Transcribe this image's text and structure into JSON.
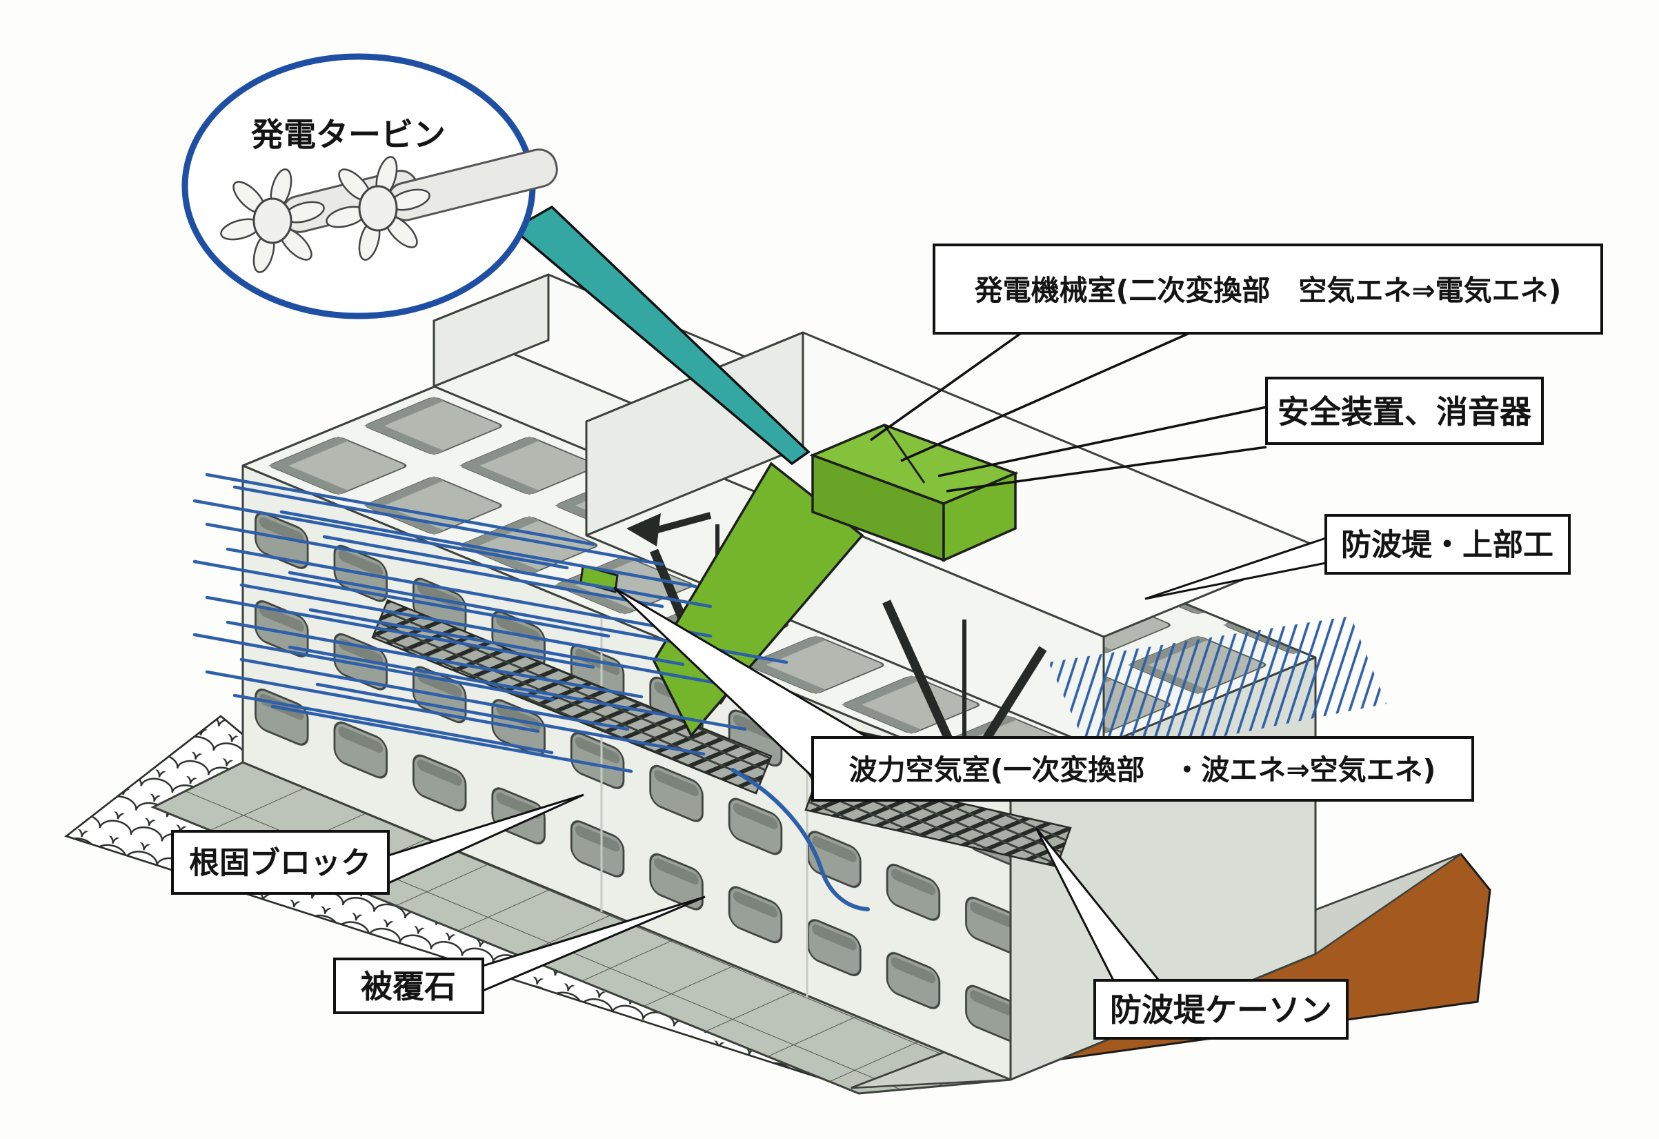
{
  "figure": {
    "type": "technical-diagram",
    "subject": "wave-power generation breakwater caisson cutaway",
    "labels": {
      "turbine": "発電タービン",
      "machine_room": "発電機械室(二次変換部　空気エネ⇒電気エネ)",
      "safety": "安全装置、消音器",
      "crown": "防波堤・上部工",
      "air_chamber": "波力空気室(一次変換部　・波エネ⇒空気エネ)",
      "foot_block": "根固ブロック",
      "armor_stone": "被覆石",
      "caisson": "防波堤ケーソン"
    },
    "colors": {
      "green": "#74b52c",
      "green_dark": "#68a526",
      "green_light": "#83c23a",
      "teal": "#35a7a3",
      "wave_blue": "#2e5fa9",
      "ellipse_blue": "#1e4fa3",
      "brown": "#a4591f",
      "truss_dark": "#262a26"
    }
  }
}
